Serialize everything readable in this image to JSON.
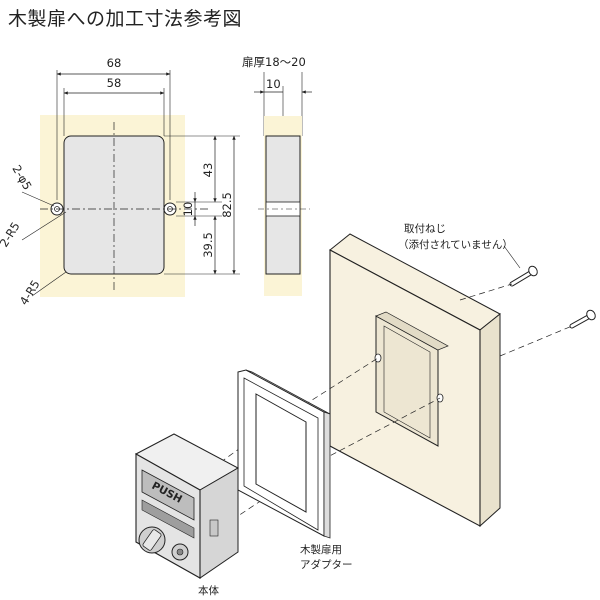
{
  "title": "木製扉への加工寸法参考図",
  "front_view": {
    "dim_width_outer": "68",
    "dim_width_inner": "58",
    "dim_hole": "2-φ5",
    "dim_r_top": "2-R5",
    "dim_r_bottom": "4-R5",
    "dim_upper": "43",
    "dim_gap": "10",
    "dim_lower": "39.5",
    "dim_total": "82.5"
  },
  "side_view": {
    "thickness_label": "扉厚18～20",
    "dim_depth": "10"
  },
  "exploded": {
    "screw_label_line1": "取付ねじ",
    "screw_label_line2": "（添付されていません）",
    "adapter_label_line1": "木製扉用",
    "adapter_label_line2": "アダプター",
    "body_label": "本体",
    "push_text": "PUSH"
  },
  "colors": {
    "highlight": "#fbf4d6",
    "cutout": "#e6e6e6",
    "door": "#f7f1e0",
    "line": "#222222"
  }
}
